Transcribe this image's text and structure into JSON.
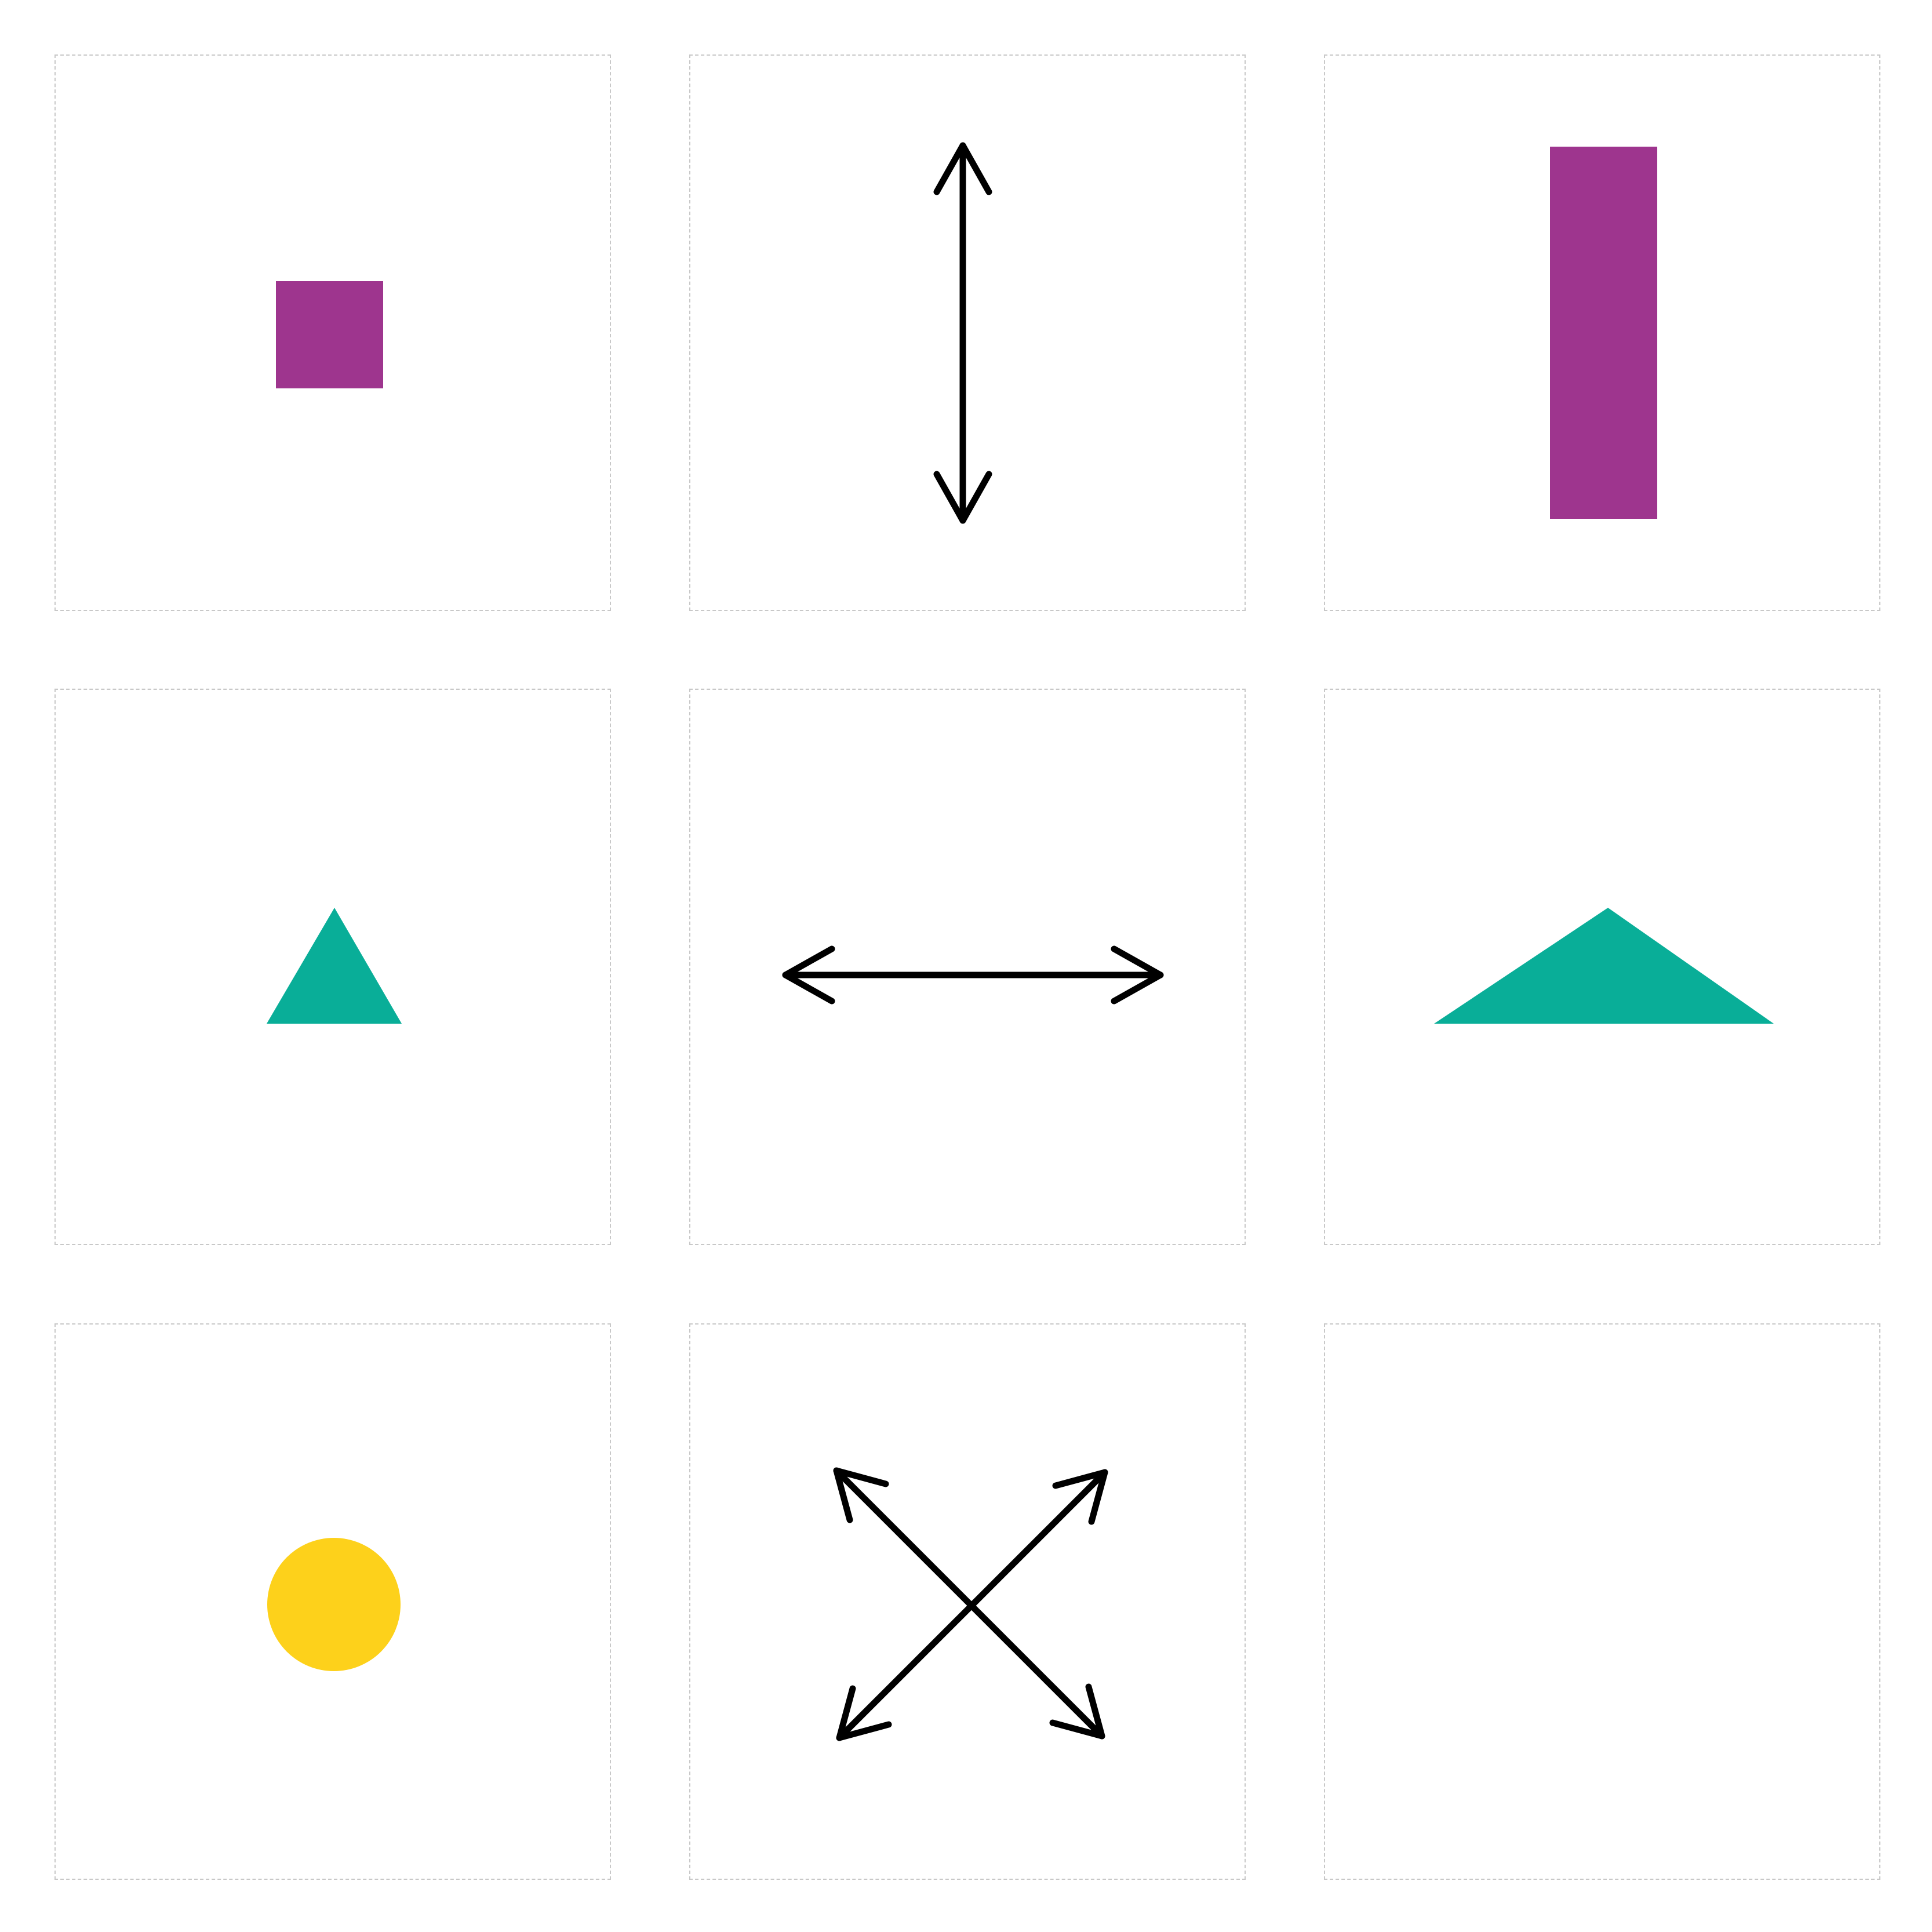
{
  "puzzle": {
    "type": "analogy-matrix",
    "rows": 3,
    "columns": 3,
    "colors": {
      "purple": "#9e358e",
      "teal": "#09ae98",
      "yellow": "#fdd11b",
      "arrow": "#000000",
      "cell_border": "#c8c8c8"
    },
    "cells": [
      {
        "row": 1,
        "col": 1,
        "content": "square",
        "color": "purple"
      },
      {
        "row": 1,
        "col": 2,
        "content": "vertical-double-arrow",
        "color": "black"
      },
      {
        "row": 1,
        "col": 3,
        "content": "tall-rectangle",
        "color": "purple"
      },
      {
        "row": 2,
        "col": 1,
        "content": "triangle",
        "color": "teal"
      },
      {
        "row": 2,
        "col": 2,
        "content": "horizontal-double-arrow",
        "color": "black"
      },
      {
        "row": 2,
        "col": 3,
        "content": "wide-triangle",
        "color": "teal"
      },
      {
        "row": 3,
        "col": 1,
        "content": "circle",
        "color": "yellow"
      },
      {
        "row": 3,
        "col": 2,
        "content": "diagonal-cross-arrows",
        "color": "black"
      },
      {
        "row": 3,
        "col": 3,
        "content": "empty",
        "color": ""
      }
    ]
  }
}
